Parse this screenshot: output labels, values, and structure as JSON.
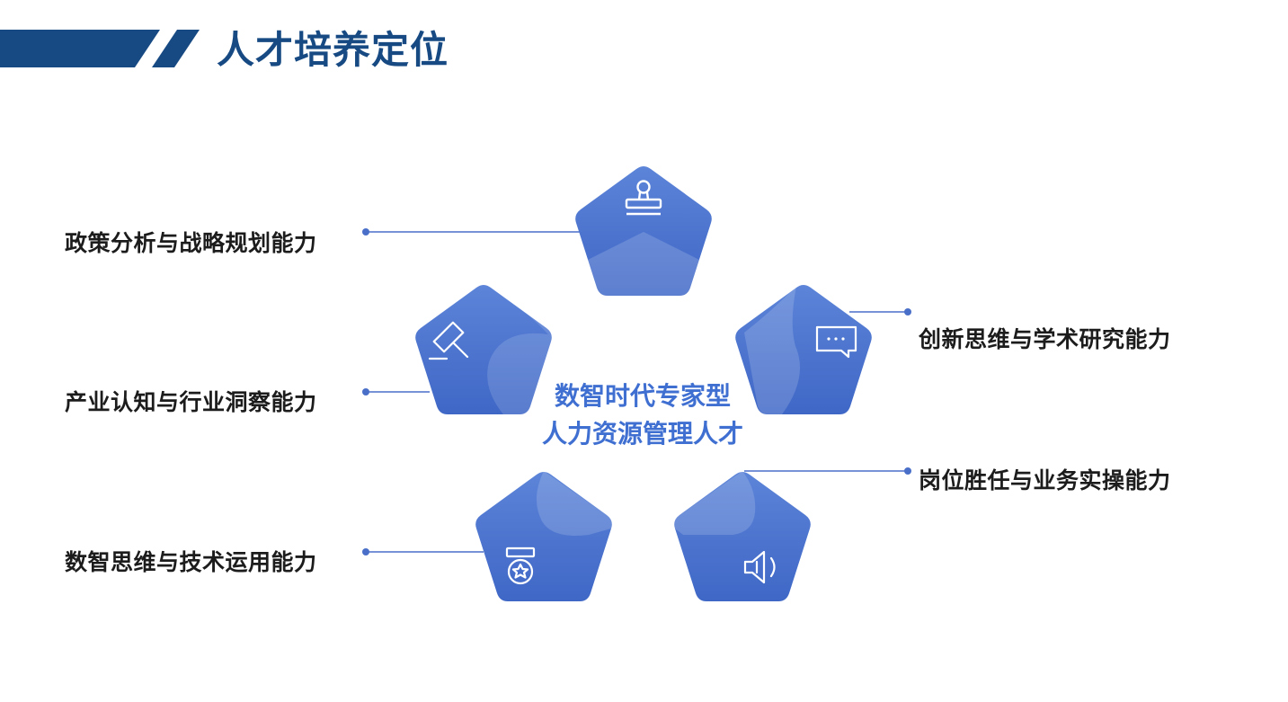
{
  "header": {
    "title": "人才培养定位"
  },
  "diagram": {
    "center": {
      "line1": "数智时代专家型",
      "line2": "人力资源管理人才"
    },
    "capabilities": [
      {
        "label": "政策分析与战略规划能力",
        "icon": "stamp-icon"
      },
      {
        "label": "创新思维与学术研究能力",
        "icon": "chat-icon"
      },
      {
        "label": "产业认知与行业洞察能力",
        "icon": "gavel-icon"
      },
      {
        "label": "岗位胜任与业务实操能力",
        "icon": "speaker-icon"
      },
      {
        "label": "数智思维与技术运用能力",
        "icon": "medal-icon"
      }
    ]
  },
  "colors": {
    "brand_dark": "#174a83",
    "pentagon_fill": "#4b74cf",
    "center_text": "#3f6fd1",
    "connector": "#4a6fc9"
  }
}
